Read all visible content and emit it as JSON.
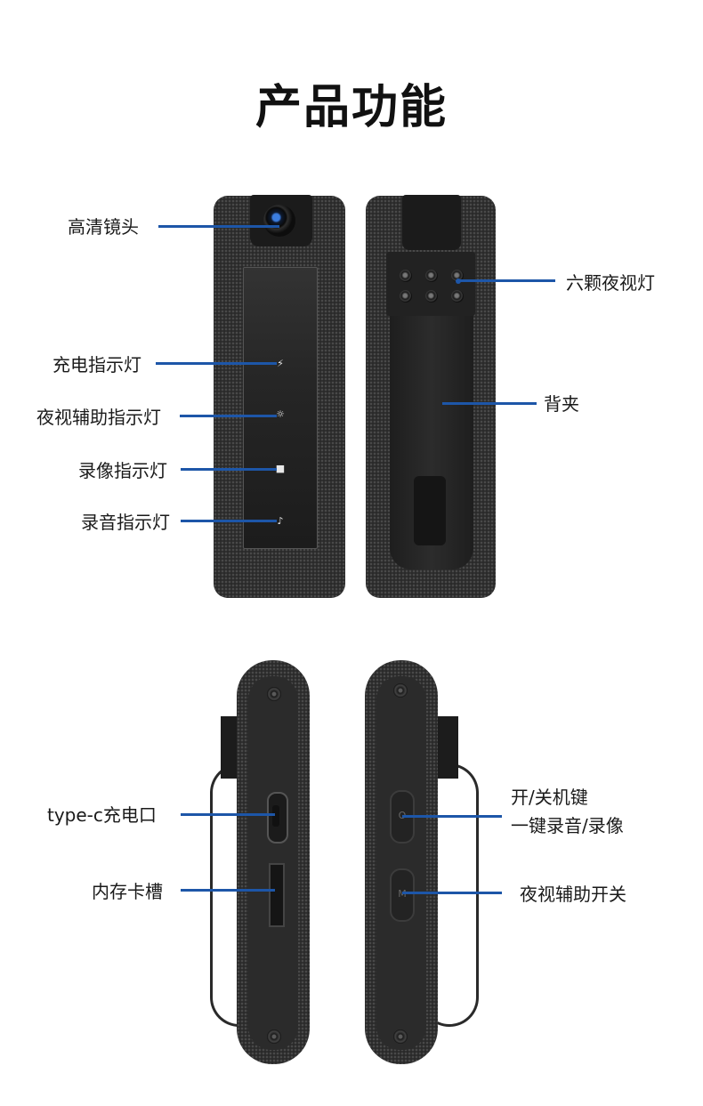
{
  "title": "产品功能",
  "labels": {
    "lens": "高清镜头",
    "six_ir": "六颗夜视灯",
    "charge_led": "充电指示灯",
    "back_clip": "背夹",
    "night_led": "夜视辅助指示灯",
    "video_led": "录像指示灯",
    "audio_led": "录音指示灯",
    "typec_port": "type-c充电口",
    "power_key_line1": "开/关机键",
    "power_key_line2": "一键录音/录像",
    "card_slot": "内存卡槽",
    "night_switch": "夜视辅助开关"
  },
  "indicator_icons": {
    "charge": "⚡",
    "night": "☼",
    "video": "■",
    "audio": "♪"
  },
  "button_marks": {
    "power": "O",
    "mode": "M"
  },
  "colors": {
    "leader": "#1d56a8",
    "lens_accent": "#3b7de0"
  }
}
